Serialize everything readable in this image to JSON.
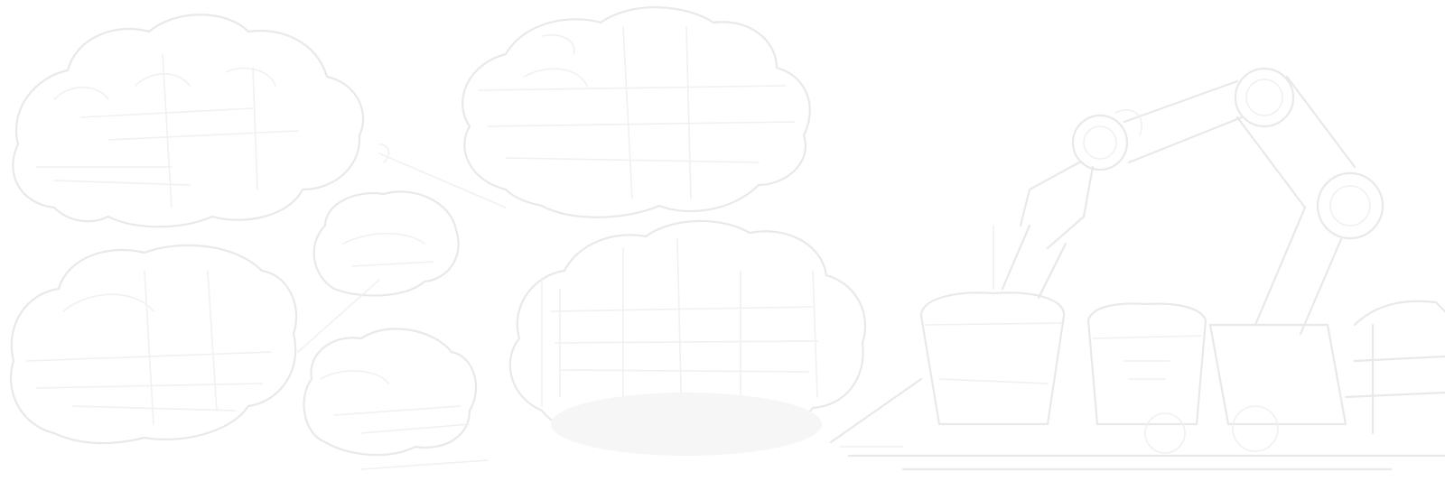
{
  "scene": {
    "background": "#ffffff",
    "line_color": "#e9e9e9",
    "illustrations": [
      "cloud-stack-left",
      "cloud-cluster-center",
      "robotic-arm-right",
      "bins"
    ]
  }
}
